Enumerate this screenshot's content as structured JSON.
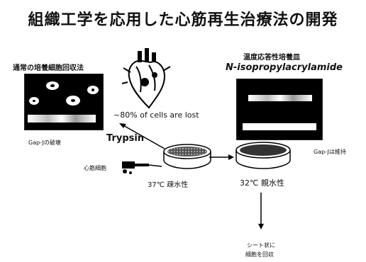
{
  "title": "組織工学を応用した心筋再生治療法の開発",
  "left_panel": {
    "heading": "通常の培養細胞回収法",
    "caption": "Gap-Jの破壊"
  },
  "right_panel": {
    "heading": "温度応答性培養皿",
    "subheading": "N-isopropylacrylamide",
    "caption": "Gap-Jは維持"
  },
  "heart": {
    "caption": "~80% of cells are lost"
  },
  "trypsin_label": "Trypsin",
  "cardiac_cells_label": "心筋細胞",
  "left_dish_label": "37℃ 疎水性",
  "right_dish_label": "32℃ 親水性",
  "bottom_label_line1": "シート状に",
  "bottom_label_line2": "細胞を回収"
}
